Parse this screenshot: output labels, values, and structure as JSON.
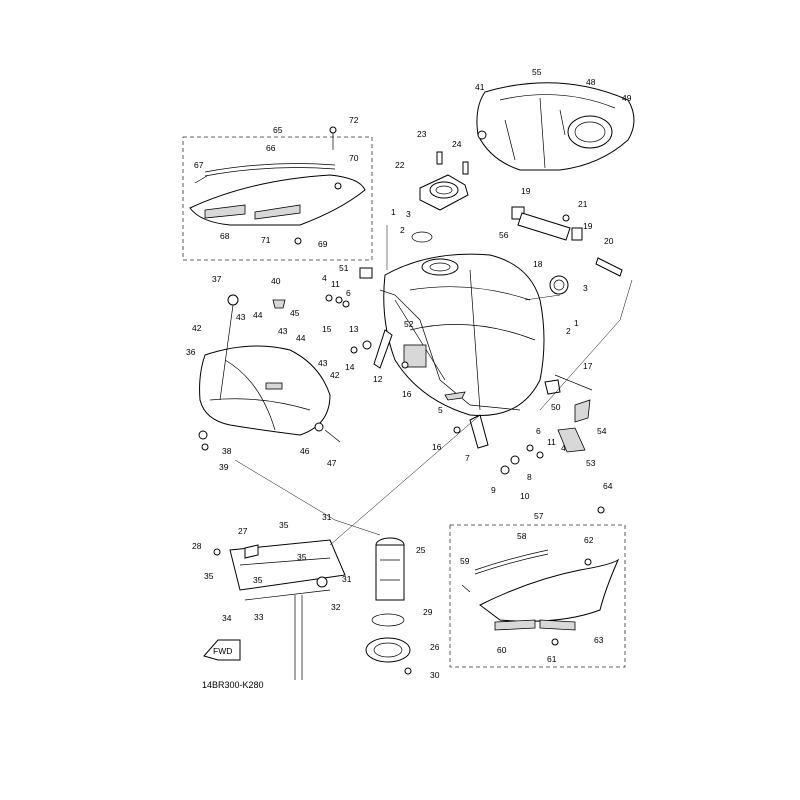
{
  "diagram": {
    "ref_code": "14BR300-K280",
    "fwd_label": "FWD",
    "callouts": [
      "1",
      "2",
      "3",
      "4",
      "5",
      "6",
      "7",
      "8",
      "9",
      "10",
      "11",
      "12",
      "13",
      "14",
      "15",
      "16",
      "17",
      "18",
      "19",
      "20",
      "21",
      "22",
      "23",
      "24",
      "25",
      "26",
      "27",
      "28",
      "29",
      "30",
      "31",
      "32",
      "33",
      "34",
      "35",
      "36",
      "37",
      "38",
      "39",
      "40",
      "41",
      "42",
      "43",
      "44",
      "45",
      "46",
      "47",
      "48",
      "49",
      "50",
      "51",
      "52",
      "53",
      "54",
      "55",
      "56",
      "57",
      "58",
      "59",
      "60",
      "61",
      "62",
      "63",
      "64",
      "65",
      "66",
      "67",
      "68",
      "69",
      "70",
      "71",
      "72"
    ]
  }
}
